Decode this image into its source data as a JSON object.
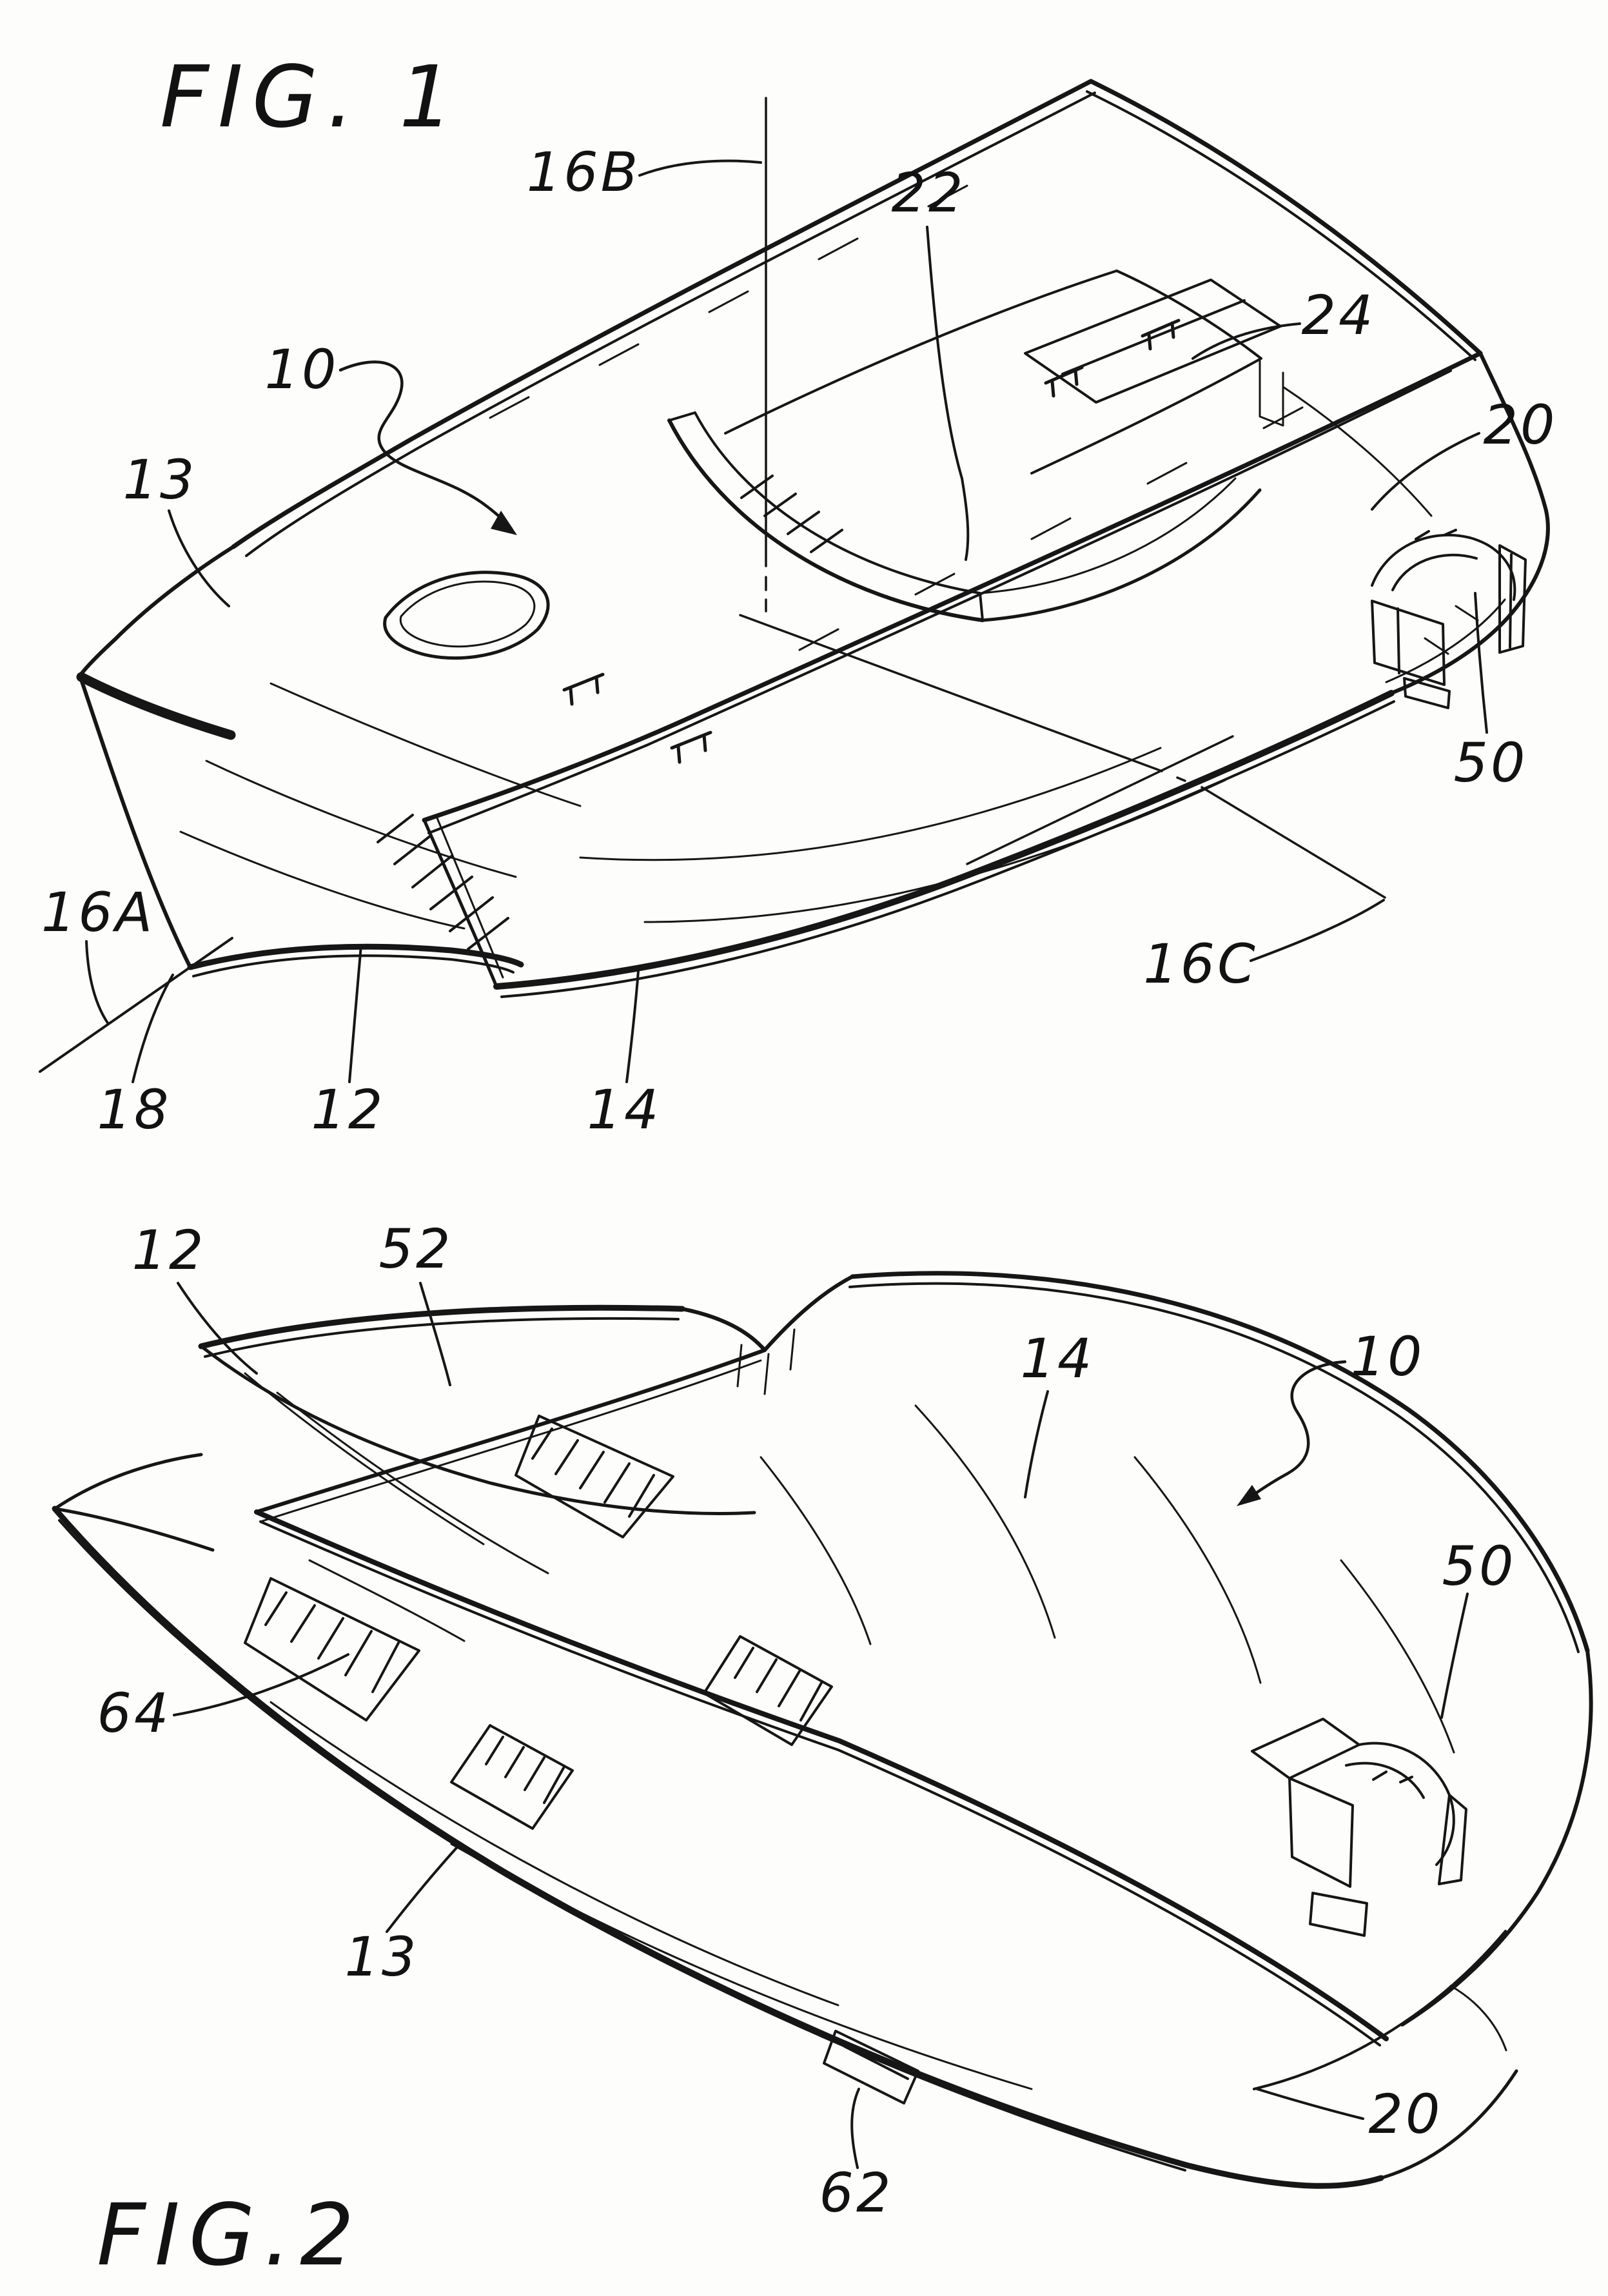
{
  "document": {
    "kind": "patent-drawing-sheet",
    "palette": {
      "paper": "#fdfdfb",
      "ink": "#161616"
    }
  },
  "figure1": {
    "caption": "FIG. 1",
    "description": "perspective top view of twin-hull watercraft",
    "labels": [
      {
        "id": "ref-10",
        "text": "10"
      },
      {
        "id": "ref-13",
        "text": "13"
      },
      {
        "id": "ref-16a",
        "text": "16A"
      },
      {
        "id": "ref-16b",
        "text": "16B"
      },
      {
        "id": "ref-18",
        "text": "18"
      },
      {
        "id": "ref-12",
        "text": "12"
      },
      {
        "id": "ref-14",
        "text": "14"
      },
      {
        "id": "ref-16c",
        "text": "16C"
      },
      {
        "id": "ref-22",
        "text": "22"
      },
      {
        "id": "ref-24",
        "text": "24"
      },
      {
        "id": "ref-20",
        "text": "20"
      },
      {
        "id": "ref-50",
        "text": "50"
      }
    ]
  },
  "figure2": {
    "caption": "FIG.2",
    "description": "perspective bottom view of twin-hull watercraft",
    "labels": [
      {
        "id": "ref-12",
        "text": "12"
      },
      {
        "id": "ref-52",
        "text": "52"
      },
      {
        "id": "ref-14",
        "text": "14"
      },
      {
        "id": "ref-10",
        "text": "10"
      },
      {
        "id": "ref-64",
        "text": "64"
      },
      {
        "id": "ref-13",
        "text": "13"
      },
      {
        "id": "ref-50",
        "text": "50"
      },
      {
        "id": "ref-20",
        "text": "20"
      },
      {
        "id": "ref-62",
        "text": "62"
      }
    ]
  }
}
